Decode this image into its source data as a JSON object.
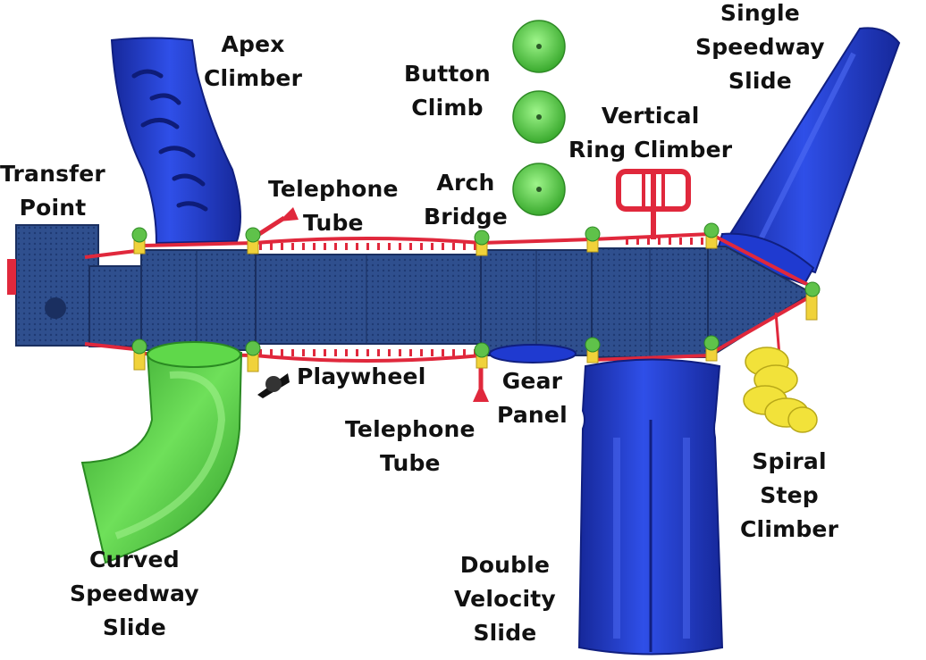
{
  "diagram": {
    "colors": {
      "deck": "#2f4f8e",
      "deck_texture": "#1f3a73",
      "rail": "#e0283c",
      "post_cap": "#5fc24a",
      "post": "#f0d23a",
      "blue_component": "#1f3ad0",
      "green_component": "#49c83c",
      "yellow_component": "#f2e23a"
    },
    "labels": {
      "apex_climber": [
        "Apex",
        "Climber"
      ],
      "transfer_point": [
        "Transfer",
        "Point"
      ],
      "telephone_tube_top": [
        "Telephone",
        "Tube"
      ],
      "button_climb": [
        "Button",
        "Climb"
      ],
      "arch_bridge": [
        "Arch",
        "Bridge"
      ],
      "vertical_ring_climber": [
        "Vertical",
        "Ring Climber"
      ],
      "single_speedway_slide": [
        "Single",
        "Speedway",
        "Slide"
      ],
      "playwheel": [
        "Playwheel"
      ],
      "gear_panel": [
        "Gear",
        "Panel"
      ],
      "telephone_tube_bottom": [
        "Telephone",
        "Tube"
      ],
      "spiral_step_climber": [
        "Spiral",
        "Step",
        "Climber"
      ],
      "curved_speedway_slide": [
        "Curved",
        "Speedway",
        "Slide"
      ],
      "double_velocity_slide": [
        "Double",
        "Velocity",
        "Slide"
      ]
    }
  }
}
